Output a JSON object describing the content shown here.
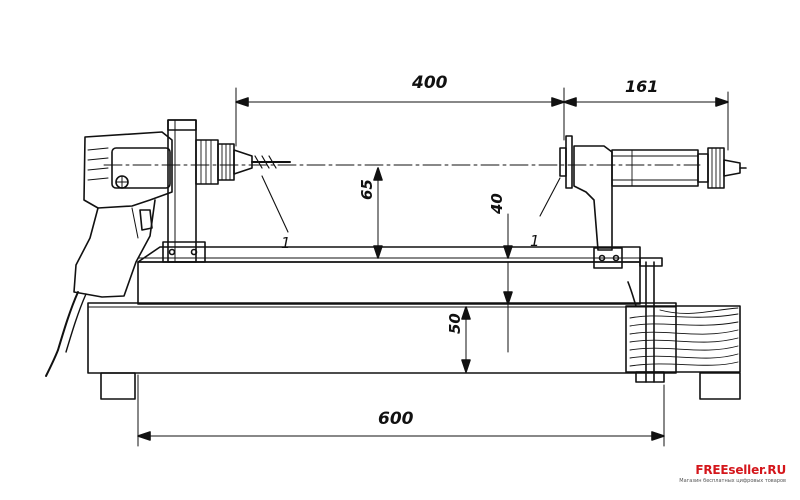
{
  "dimensions": {
    "d400": "400",
    "d161": "161",
    "d65": "65",
    "d40": "40",
    "d50": "50",
    "d600": "600"
  },
  "callouts": {
    "left": "1",
    "right": "1"
  },
  "watermark": {
    "brand": "FREEseller.RU",
    "tagline": "Магазин бесплатных цифровых товаров"
  },
  "colors": {
    "line": "#111111",
    "watermark": "#d4161b"
  }
}
